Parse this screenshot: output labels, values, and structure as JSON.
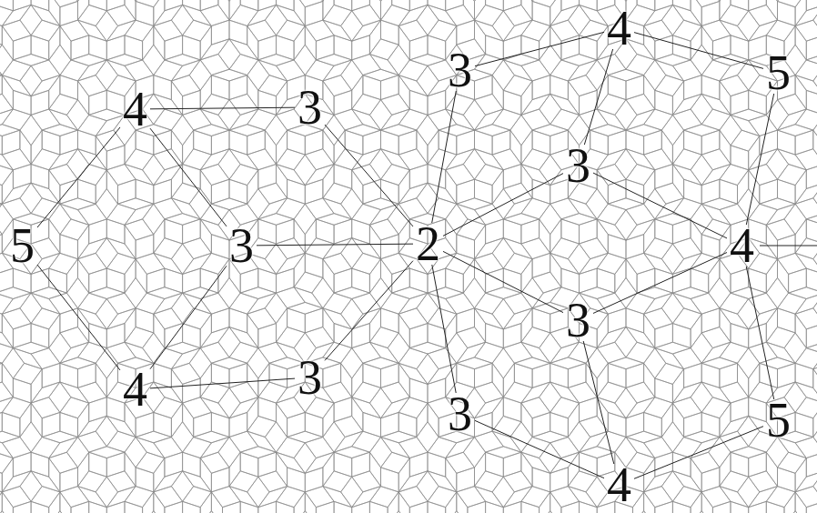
{
  "diagram": {
    "nodes": [
      {
        "text": [
          "4"
        ]
      },
      {
        "text": [
          "3"
        ]
      },
      {
        "text": [
          "5"
        ]
      },
      {
        "text": [
          "4"
        ]
      },
      {
        "text": [
          "3"
        ]
      },
      {
        "text": [
          "3"
        ]
      },
      {
        "text": [
          "5"
        ]
      },
      {
        "text": [
          "3"
        ]
      },
      {
        "text": [
          "2"
        ]
      },
      {
        "text": [
          "4"
        ]
      },
      {
        "text": [
          "3"
        ]
      },
      {
        "text": [
          "3"
        ]
      },
      {
        "text": [
          "4"
        ]
      },
      {
        "text": [
          "3"
        ]
      },
      {
        "text": [
          "5"
        ]
      },
      {
        "text": [
          "4"
        ]
      }
    ],
    "edges": [
      {
        "from": 3,
        "to": 4,
        "arrow": "none"
      },
      {
        "from": 7,
        "to": 8,
        "arrow": "none"
      },
      {
        "from": 12,
        "to": 11,
        "arrow": "none"
      },
      {
        "from": 1,
        "to": 0,
        "arrow": "none"
      },
      {
        "from": 0,
        "to": 2,
        "arrow": "none"
      },
      {
        "from": 5,
        "to": 0,
        "arrow": "none"
      },
      {
        "from": 5,
        "to": 9,
        "arrow": "none"
      },
      {
        "from": 10,
        "to": 9,
        "arrow": "none"
      },
      {
        "from": 8,
        "to": 5,
        "arrow": "none"
      },
      {
        "from": 8,
        "to": 10,
        "arrow": "none"
      },
      {
        "from": 2,
        "to": 9,
        "arrow": "none"
      },
      {
        "from": 9,
        "to": 14,
        "arrow": "none"
      },
      {
        "from": 10,
        "to": 15,
        "arrow": "none"
      },
      {
        "from": 13,
        "to": 15,
        "arrow": "none"
      },
      {
        "from": 15,
        "to": 14,
        "arrow": "none"
      },
      {
        "from": 4,
        "to": 8,
        "arrow": "none"
      },
      {
        "from": 11,
        "to": 8,
        "arrow": "none"
      },
      {
        "from": 3,
        "to": 7,
        "arrow": "none"
      },
      {
        "from": 12,
        "to": 7,
        "arrow": "none"
      },
      {
        "from": 6,
        "to": 3,
        "arrow": "none"
      },
      {
        "from": 6,
        "to": 12,
        "arrow": "none"
      },
      {
        "from": 1,
        "to": 8,
        "arrow": "none"
      },
      {
        "from": 13,
        "to": 8,
        "arrow": "none"
      }
    ]
  }
}
